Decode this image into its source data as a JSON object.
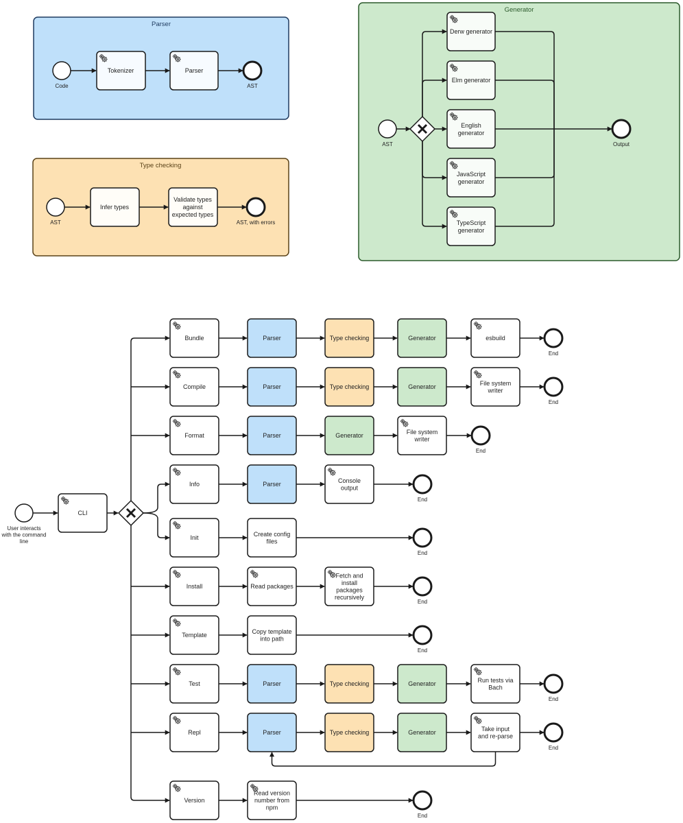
{
  "colors": {
    "parser_fill": "#bfe0fa",
    "parser_stroke": "#1e3a5f",
    "typecheck_fill": "#fde1b3",
    "typecheck_stroke": "#5a4218",
    "generator_fill": "#cde9cc",
    "generator_stroke": "#2c5a2c",
    "task_fill": "#ffffff",
    "line": "#1a1a1a"
  },
  "pools": {
    "parser": {
      "label": "Parser",
      "start": "Code",
      "tasks": [
        "Tokenizer",
        "Parser"
      ],
      "end": "AST"
    },
    "typecheck": {
      "label": "Type checking",
      "start": "AST",
      "tasks": [
        "Infer types",
        "Validate types against expected types"
      ],
      "end": "AST, with errors"
    },
    "generator": {
      "label": "Generator",
      "start": "AST",
      "tasks": [
        "Derw generator",
        "Elm generator",
        "English generator",
        "JavaScript generator",
        "TypeScript generator"
      ],
      "end": "Output"
    }
  },
  "cli": {
    "start": "User interacts with the command line",
    "cli_task": "CLI",
    "end_label": "End",
    "rows": [
      {
        "command": "Bundle",
        "steps": [
          "Parser",
          "Type checking",
          "Generator",
          "esbuild"
        ]
      },
      {
        "command": "Compile",
        "steps": [
          "Parser",
          "Type checking",
          "Generator",
          "File system writer"
        ]
      },
      {
        "command": "Format",
        "steps": [
          "Parser",
          "Generator",
          "File system writer"
        ]
      },
      {
        "command": "Info",
        "steps": [
          "Parser",
          "Console output"
        ]
      },
      {
        "command": "Init",
        "steps": [
          "Create config files"
        ]
      },
      {
        "command": "Install",
        "steps": [
          "Read packages",
          "Fetch and install packages recursively"
        ]
      },
      {
        "command": "Template",
        "steps": [
          "Copy template into path"
        ]
      },
      {
        "command": "Test",
        "steps": [
          "Parser",
          "Type checking",
          "Generator",
          "Run tests via Bach"
        ]
      },
      {
        "command": "Repl",
        "steps": [
          "Parser",
          "Type checking",
          "Generator",
          "Take input and re-parse"
        ]
      },
      {
        "command": "Version",
        "steps": [
          "Read version number from npm"
        ]
      }
    ]
  }
}
